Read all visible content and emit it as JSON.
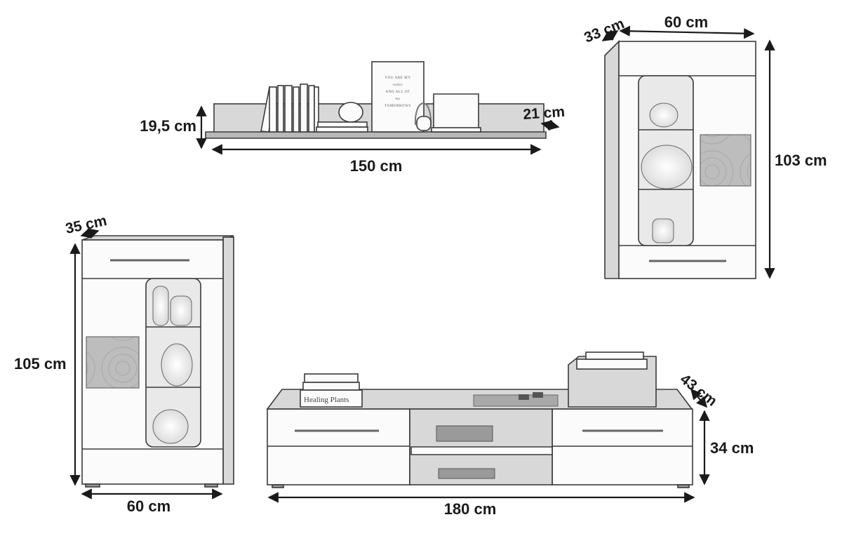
{
  "dimensions": {
    "shelf_height": "19,5 cm",
    "shelf_width": "150 cm",
    "shelf_depth": "21 cm",
    "wall_depth": "33 cm",
    "wall_width": "60 cm",
    "wall_height": "103 cm",
    "high_depth": "35 cm",
    "high_height": "105 cm",
    "high_width": "60 cm",
    "tv_depth": "43 cm",
    "tv_height": "34 cm",
    "tv_width": "180 cm"
  },
  "props": {
    "frame_lines": [
      "YOU ARE MY",
      "today",
      "AND ALL OF",
      "my",
      "TOMORROWS"
    ],
    "book_title": "Healing Plants"
  }
}
